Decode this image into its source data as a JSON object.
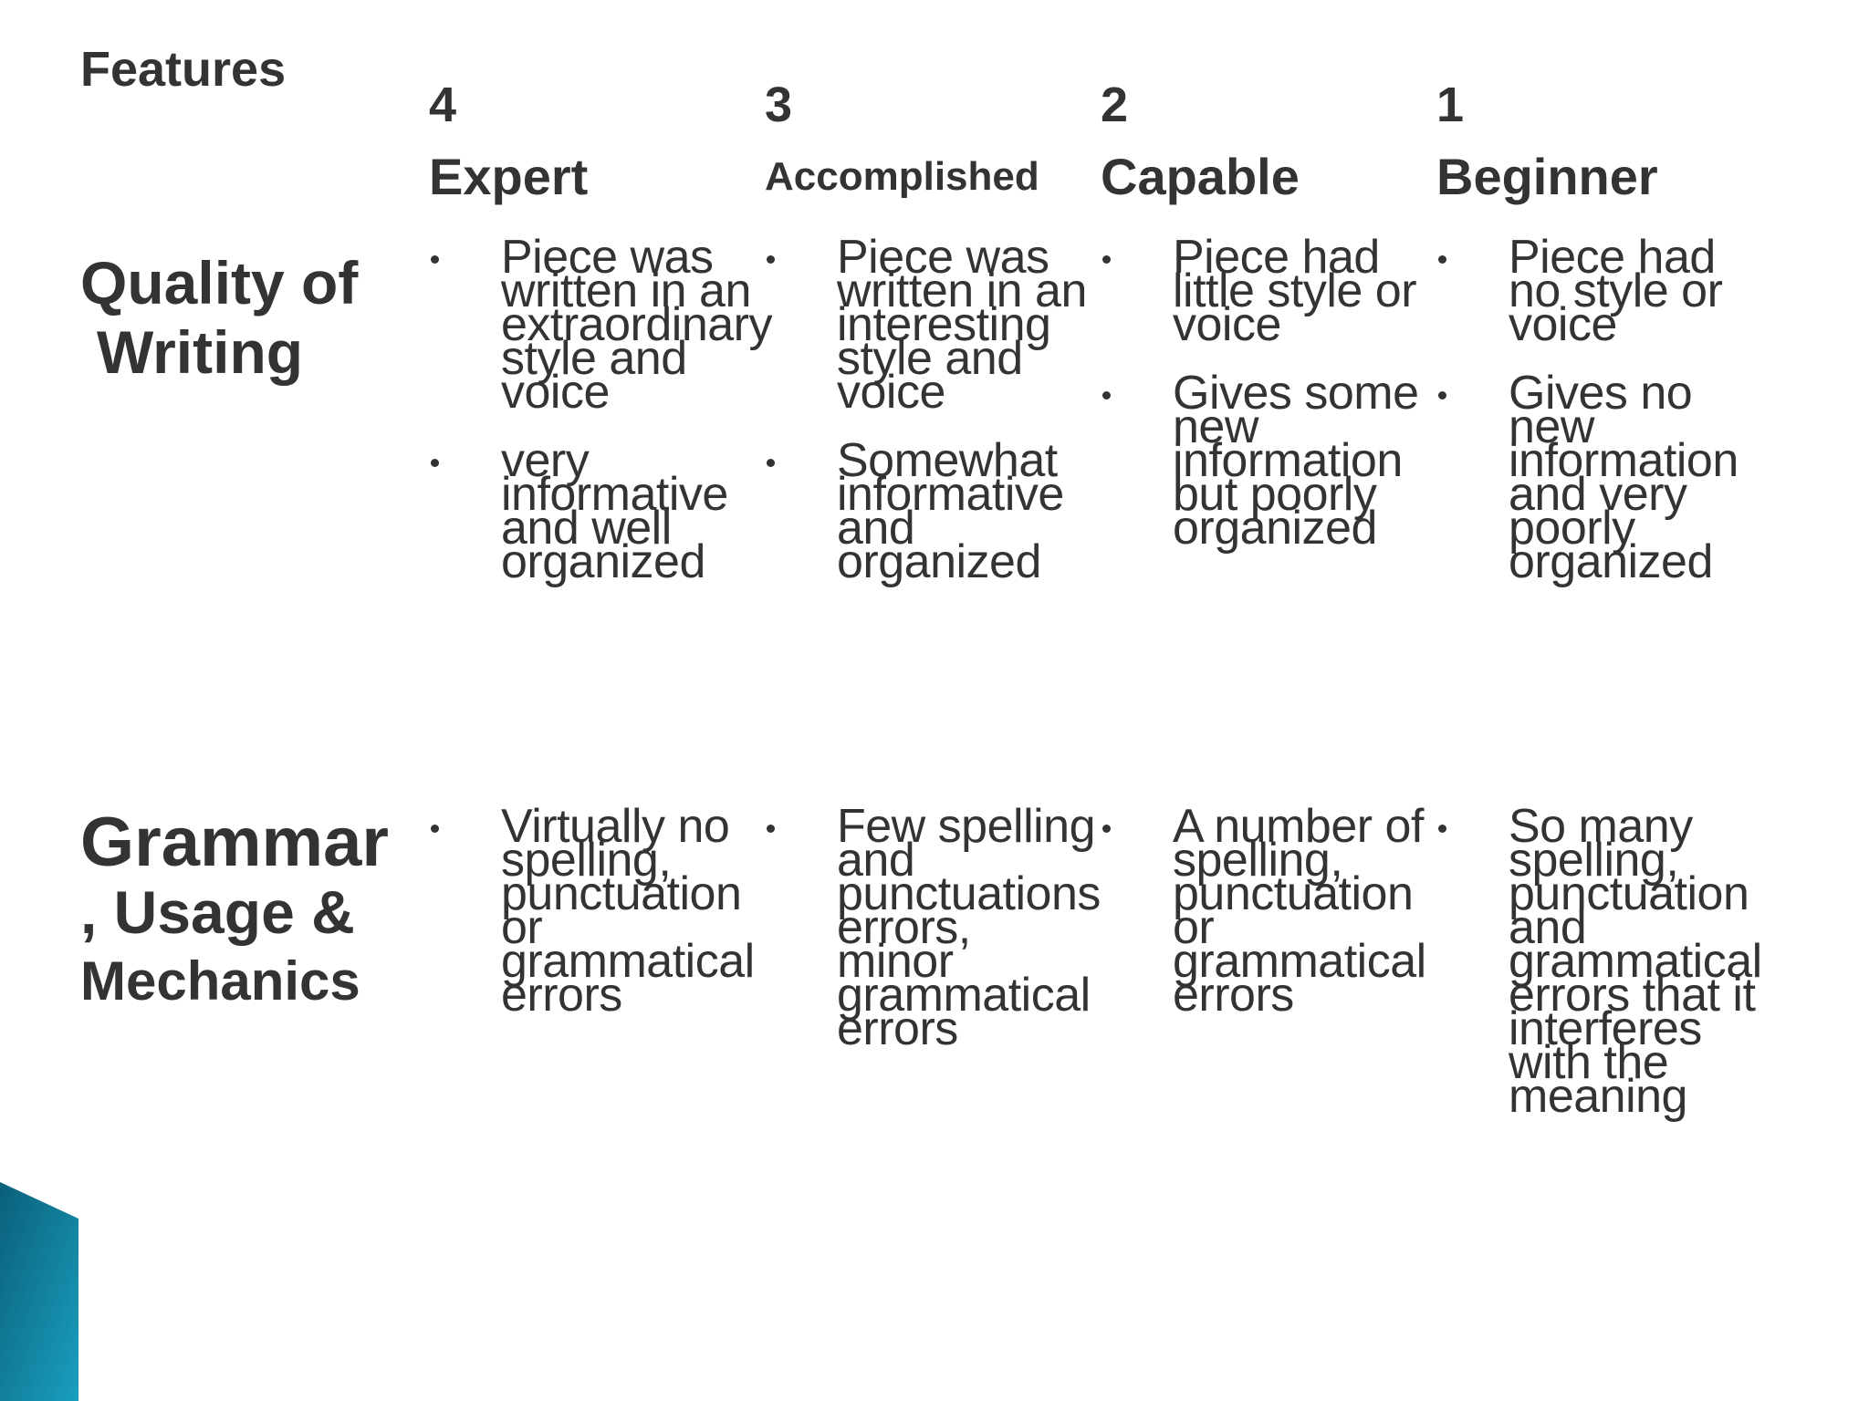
{
  "features_label": "Features",
  "columns": [
    {
      "number": "4",
      "level": "Expert"
    },
    {
      "number": "3",
      "level": "Accomplished"
    },
    {
      "number": "2",
      "level": "Capable"
    },
    {
      "number": "1",
      "level": "Beginner"
    }
  ],
  "rows": [
    {
      "label_lines": [
        "Quality of",
        "Writing"
      ],
      "cells": [
        [
          "Piece was written in an extraordinary style and voice",
          "very informative and well organized"
        ],
        [
          "Piece was written in an interesting style and voice",
          "Somewhat informative and organized"
        ],
        [
          "Piece had little style or voice",
          "Gives some new information but poorly organized"
        ],
        [
          "Piece had no style or voice",
          "Gives no new information and very poorly organized"
        ]
      ]
    },
    {
      "label_lines": [
        "Grammar",
        ", Usage &",
        "Mechanics"
      ],
      "cells": [
        [
          "Virtually no spelling, punctuation or grammatical errors"
        ],
        [
          "Few spelling and punctuations errors, minor grammatical errors"
        ],
        [
          "A number of spelling, punctuation or grammatical errors"
        ],
        [
          "So many spelling, punctuation and grammatical errors that it interferes with the meaning"
        ]
      ]
    }
  ],
  "colors": {
    "text": "#333333",
    "accent_dark": "#0a5f7a",
    "accent_light": "#1a9fbf"
  }
}
